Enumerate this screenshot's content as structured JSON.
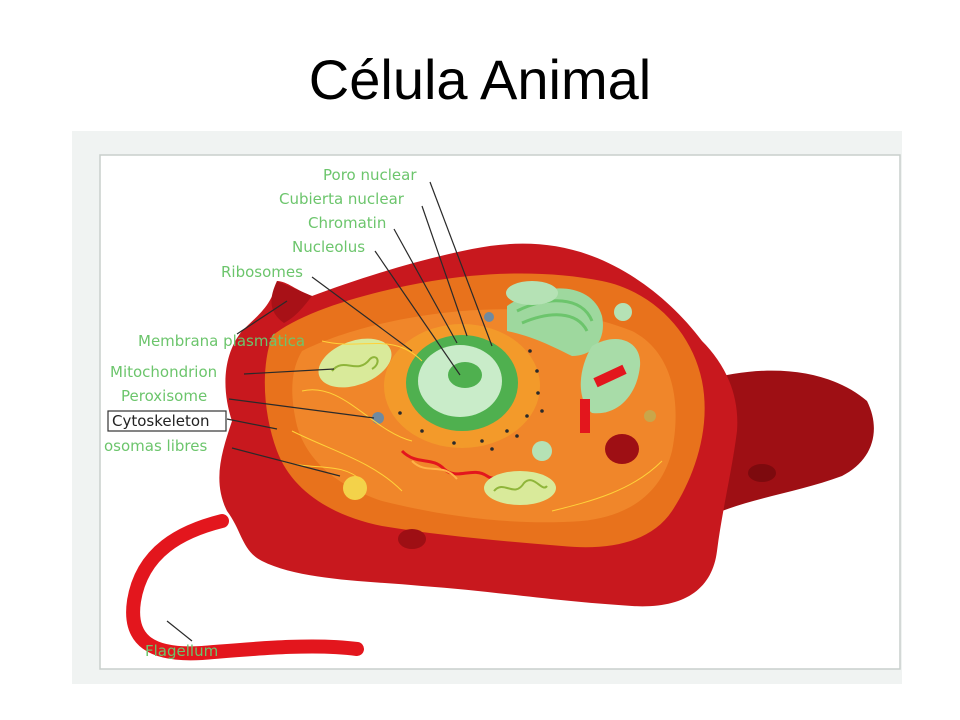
{
  "slide": {
    "title": "Célula Animal"
  },
  "colors": {
    "label_green": "#6cc56c",
    "cell_red": "#c8181e",
    "cytoplasm_orange": "#e8721c",
    "nucleus_green": "#5fbf5f",
    "frame_bg": "#f0f3f2"
  },
  "diagram": {
    "labels": {
      "poro_nuclear": "Poro nuclear",
      "cubierta_nuclear": "Cubierta nuclear",
      "chromatin": "Chromatin",
      "nucleolus": "Nucleolus",
      "ribosomes": "Ribosomes",
      "membrana": "Membrana plasmática",
      "mitochondrion": "Mitochondrion",
      "peroxisome": "Peroxisome",
      "cytoskeleton": "Cytoskeleton",
      "ribosomas_libres": "osomas libres",
      "flagellum": "Flagellum"
    }
  }
}
